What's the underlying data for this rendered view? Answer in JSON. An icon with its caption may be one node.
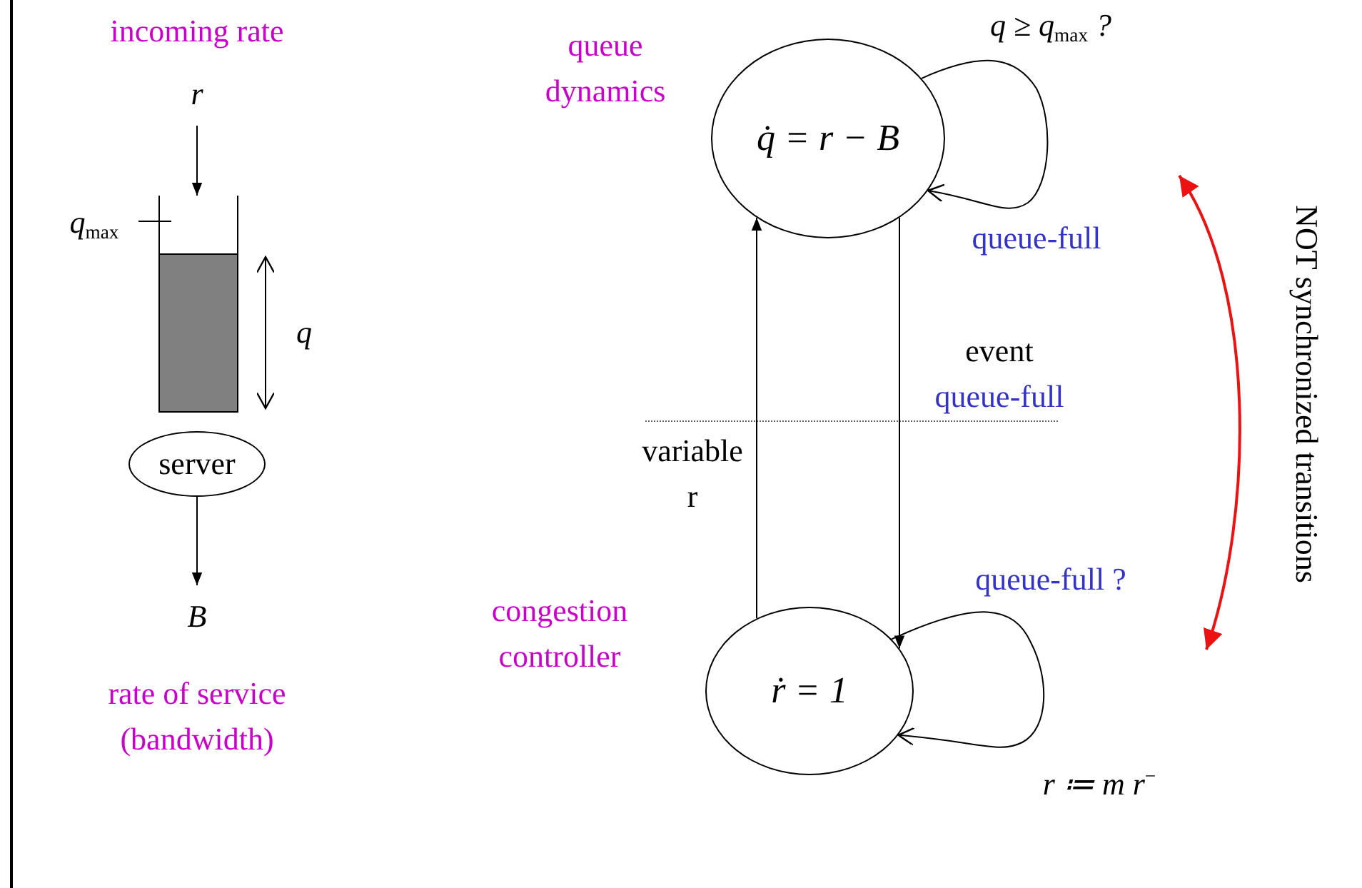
{
  "diagram": {
    "nodes": [
      {
        "text": [
          "r"
        ]
      },
      {
        "text": [],
        "shape": "box"
      },
      {
        "text": [
          "server"
        ]
      },
      {
        "text": [
          "B"
        ]
      },
      {
        "text": [
          "q̇ = r − B"
        ],
        "beside": [
          "queue dynamics"
        ]
      },
      {
        "text": [
          "ṙ = 1"
        ],
        "beside": [
          "congestion controller"
        ]
      }
    ],
    "edges": [
      {
        "from": 0,
        "to": 1,
        "arrow": "to"
      },
      {
        "from": 2,
        "to": 3,
        "arrow": "to"
      },
      {
        "from": 4,
        "to": 4,
        "arrow": "to",
        "label": "q ≥ q$_{max}$ ?"
      },
      {
        "from": 5,
        "to": 5,
        "arrow": "to",
        "label": "queue-full ?"
      },
      {
        "from": 5,
        "to": 4,
        "arrow": "to",
        "label": "variable r"
      },
      {
        "from": 4,
        "to": 5,
        "arrow": "to",
        "label": "event"
      }
    ],
    "labels": [
      "incoming rate",
      "q$_{max}$",
      "q",
      "queue-full",
      "queue-full",
      "rate of service (bandwidth)",
      "r ≔ m r$^{−}$",
      "NOT synchronized transitions"
    ]
  }
}
